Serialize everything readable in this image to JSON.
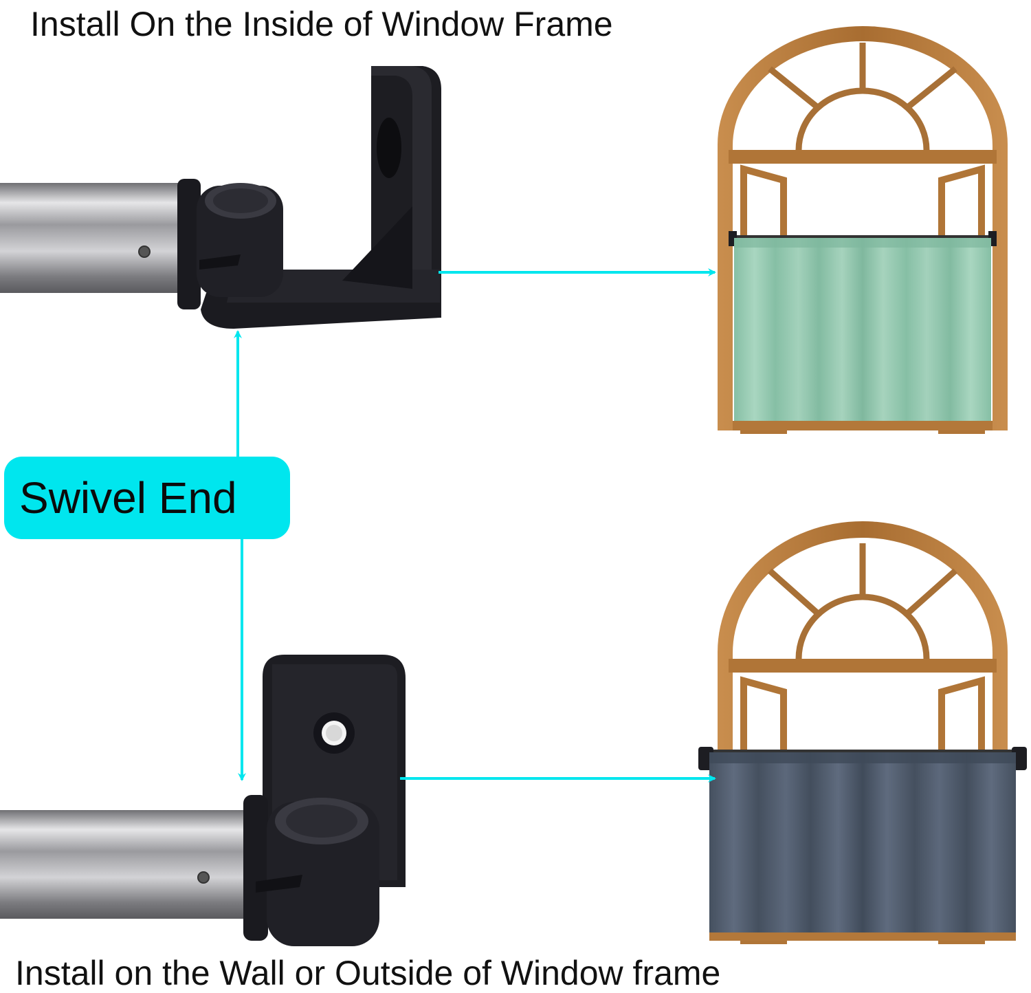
{
  "captions": {
    "top": "Install On the Inside of Window Frame",
    "bottom": "Install on the Wall or Outside of Window frame"
  },
  "badge": {
    "label": "Swivel End"
  },
  "colors": {
    "accent": "#00e6ee",
    "bracket": "#1d1d22",
    "rod": "#b8b8bc",
    "window_frame": "#b3783a",
    "curtain_top": "#94c9b0",
    "curtain_bottom": "#4f5b6e"
  },
  "icons": {
    "bracket_top": "l-bracket-icon",
    "bracket_bottom": "wall-plate-bracket-icon",
    "window": "arched-window-icon"
  }
}
